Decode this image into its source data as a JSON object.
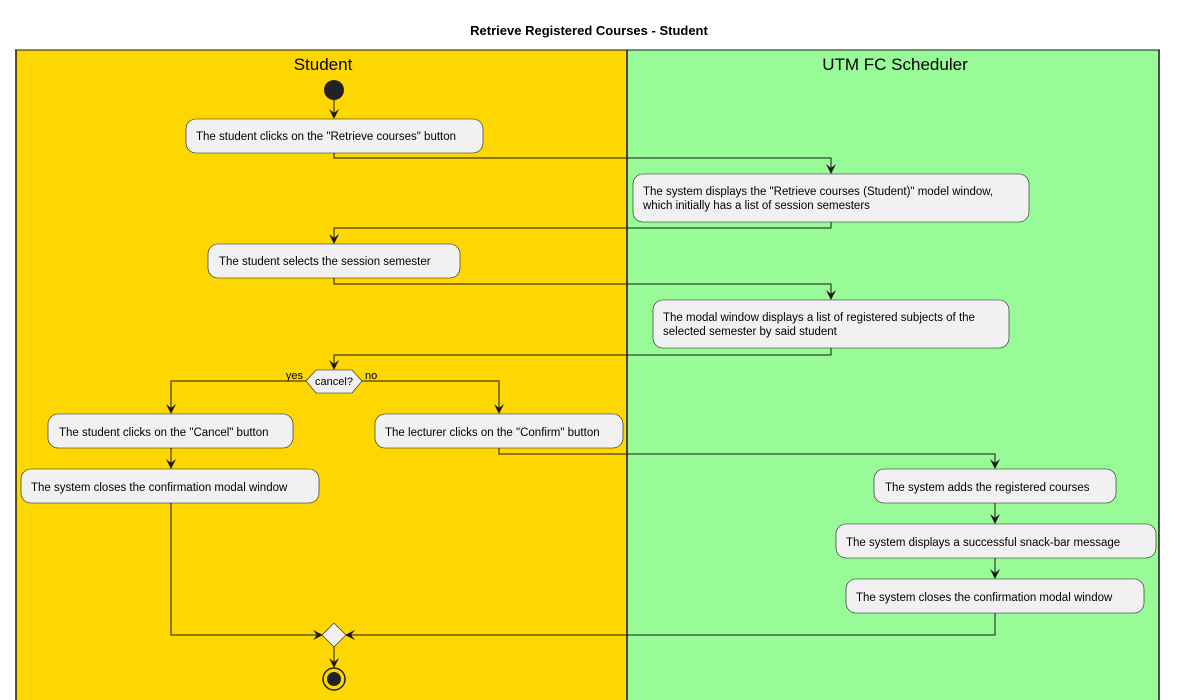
{
  "title": "Retrieve Registered Courses - Student",
  "colors": {
    "student_lane": "#FFD700",
    "system_lane": "#98FB98",
    "node_fill": "#F1F1F1",
    "stroke": "#181818"
  },
  "lanes": {
    "student": "Student",
    "system": "UTM FC Scheduler"
  },
  "nodes": {
    "click_retrieve": [
      "The student clicks on the \"Retrieve courses\" button"
    ],
    "display_modal": [
      "The system displays the \"Retrieve courses (Student)\" model window,",
      "which initially has a list of session semesters"
    ],
    "select_semester": [
      "The student selects the session semester"
    ],
    "display_subjects": [
      "The modal window displays a list of registered subjects of the",
      "selected semester by said student"
    ],
    "click_cancel": [
      "The student clicks on the \"Cancel\" button"
    ],
    "click_confirm": [
      "The lecturer clicks on the \"Confirm\" button"
    ],
    "close_modal_student": [
      "The system closes the confirmation modal window"
    ],
    "add_courses": [
      "The system adds the registered courses"
    ],
    "display_snackbar": [
      "The system displays a successful snack-bar message"
    ],
    "close_modal_system": [
      "The system closes the confirmation modal window"
    ]
  },
  "decision": {
    "label": "cancel?",
    "yes": "yes",
    "no": "no"
  }
}
